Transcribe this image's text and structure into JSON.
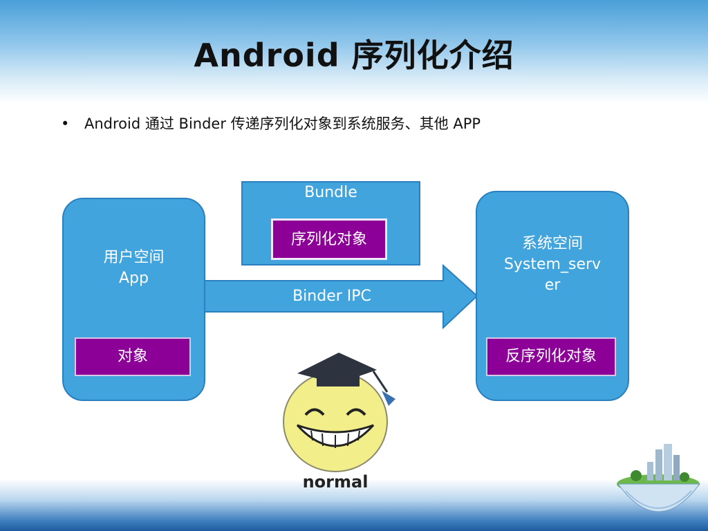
{
  "slide": {
    "title": "Android  序列化介绍",
    "bullet": "Android 通过 Binder 传递序列化对象到系统服务、其他 APP",
    "bullet_marker": "•"
  },
  "diagram": {
    "left_panel": {
      "line1": "用户空间",
      "line2": "App",
      "box_label": "对象"
    },
    "bundle_panel": {
      "label": "Bundle",
      "box_label": "序列化对象"
    },
    "arrow": {
      "label": "Binder IPC"
    },
    "right_panel": {
      "line1": "系统空间",
      "line2": "System_serv",
      "line3": "er",
      "box_label": "反序列化对象"
    },
    "mascot": {
      "caption": "normal",
      "icon": "graduation-smiley-icon"
    },
    "decoration": {
      "icon": "city-globe-icon"
    }
  },
  "colors": {
    "panel_blue": "#41a4dd",
    "panel_border": "#2a7fbf",
    "purple": "#8c0097",
    "mascot_yellow": "#f2ee8a"
  }
}
